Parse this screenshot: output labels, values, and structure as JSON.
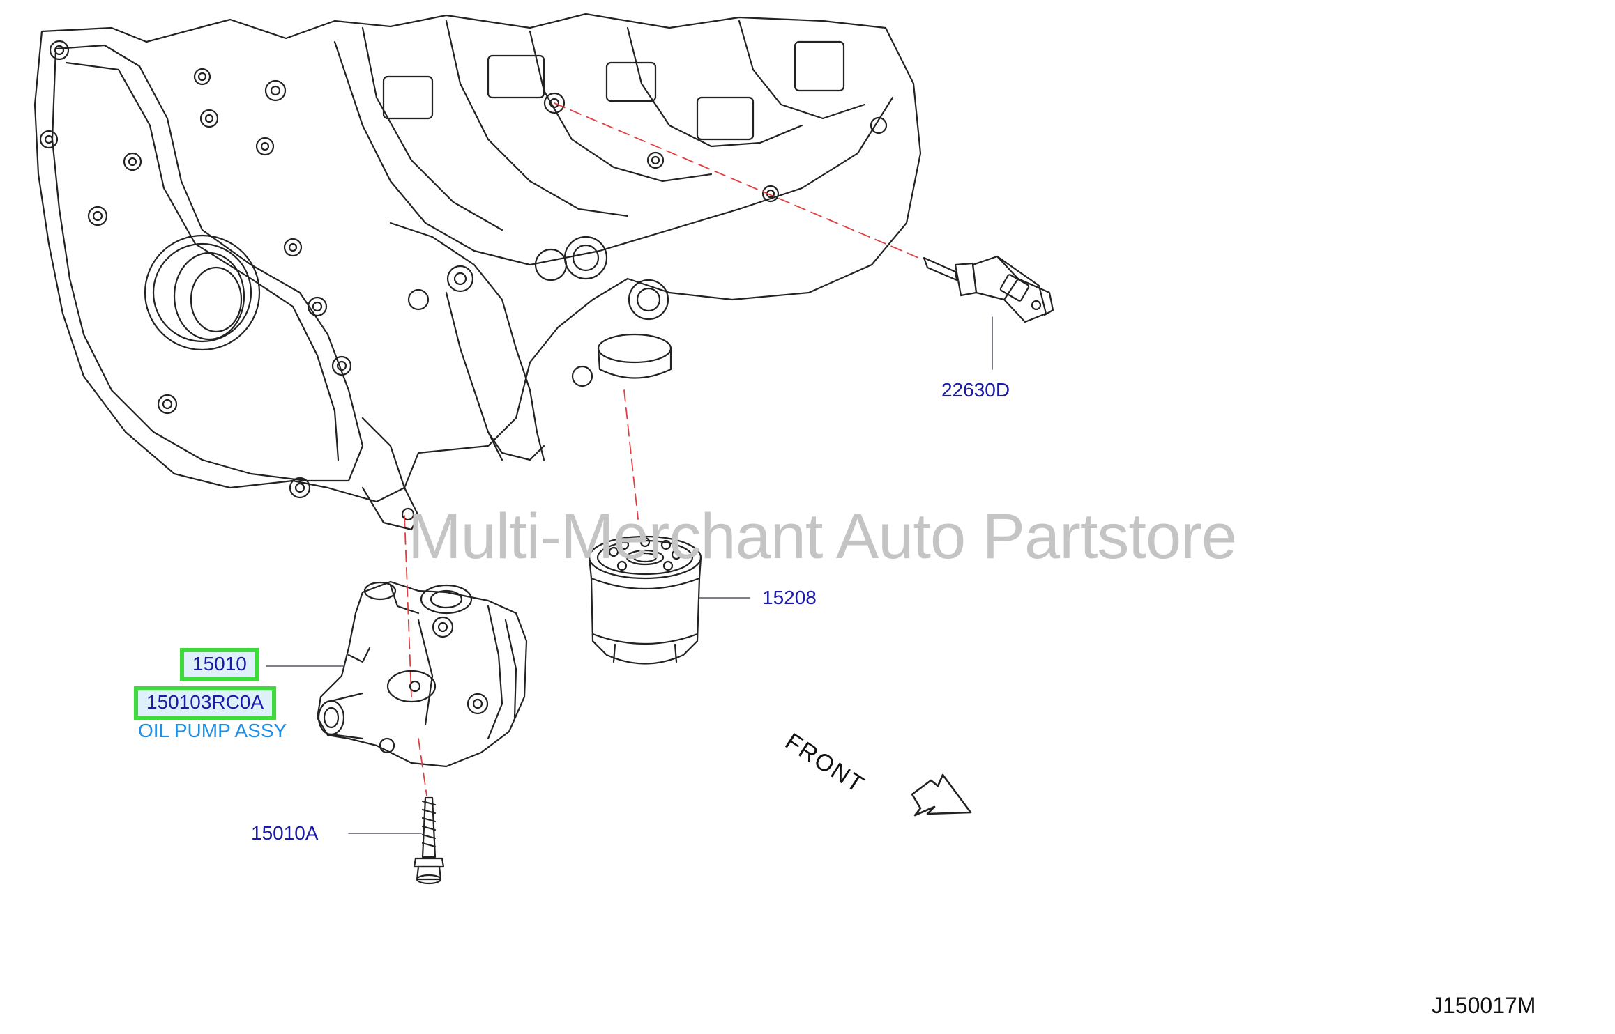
{
  "watermark": "Multi-Merchant Auto Partstore",
  "direction_label": "FRONT",
  "diagram_code": "J150017M",
  "callouts": {
    "sensor": "22630D",
    "oil_filter": "15208",
    "pump_ref": "15010",
    "pump_part_no": "150103RC0A",
    "pump_name": "OIL PUMP ASSY",
    "bolt": "15010A"
  },
  "colors": {
    "line_art": "#222222",
    "leader_dash": "#e04040",
    "callout_text": "#1a1aa8",
    "highlight_border": "#3ddc3a",
    "highlight_fill": "#dff0fb",
    "part_name_text": "#1e8fe6",
    "watermark": "#c4c4c4"
  }
}
